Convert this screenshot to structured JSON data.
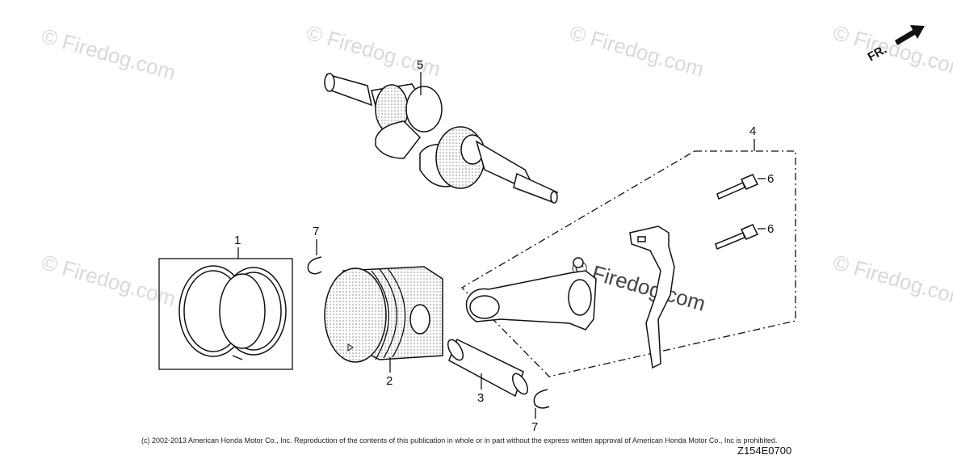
{
  "watermark": {
    "text": "© Firedog.com"
  },
  "direction": {
    "label": "FR."
  },
  "callouts": {
    "ring_set": "1",
    "piston": "2",
    "piston_pin": "3",
    "connecting_rod_assembly": "4",
    "crankshaft": "5",
    "bolt_upper": "6",
    "bolt_lower": "6",
    "clip_upper": "7",
    "clip_lower": "7"
  },
  "footer": {
    "copyright": "(c) 2002-2013 American Honda Motor Co., Inc. Reproduction of the contents of this publication in whole or in part without the express written approval of American Honda Motor Co., Inc is prohibited.",
    "diagram_code": "Z154E0700"
  },
  "colors": {
    "ink": "#111111",
    "watermark": "#d9d9d9",
    "background": "#ffffff"
  }
}
